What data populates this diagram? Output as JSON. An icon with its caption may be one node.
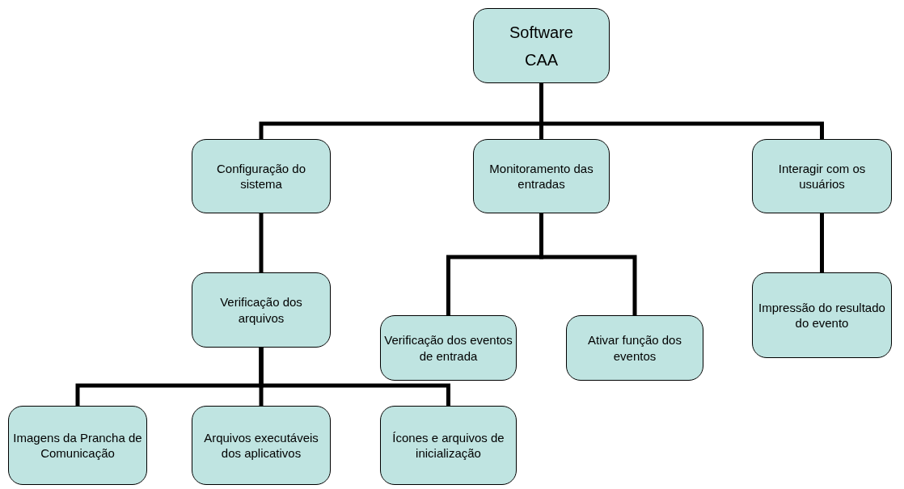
{
  "diagram": {
    "nodes": [
      {
        "text": [
          "Software CAA"
        ]
      },
      {
        "text": [
          "Configuração do sistema"
        ]
      },
      {
        "text": [
          "Monitoramento das entradas"
        ]
      },
      {
        "text": [
          "Interagir com os usuários"
        ]
      },
      {
        "text": [
          "Verificação dos arquivos"
        ]
      },
      {
        "text": [
          "Verificação dos eventos de entrada"
        ]
      },
      {
        "text": [
          "Ativar função dos eventos"
        ]
      },
      {
        "text": [
          "Impressão do resultado do evento"
        ]
      },
      {
        "text": [
          "Imagens da Prancha de Comunicação"
        ]
      },
      {
        "text": [
          "Arquivos executáveis dos aplicativos"
        ]
      },
      {
        "text": [
          "Ícones e arquivos de inicialização"
        ]
      }
    ],
    "edges": [
      {
        "from": 0,
        "to": 1,
        "arrow": "none"
      },
      {
        "from": 0,
        "to": 2,
        "arrow": "none"
      },
      {
        "from": 0,
        "to": 3,
        "arrow": "none"
      },
      {
        "from": 1,
        "to": 4,
        "arrow": "none"
      },
      {
        "from": 2,
        "to": 5,
        "arrow": "none"
      },
      {
        "from": 2,
        "to": 6,
        "arrow": "none"
      },
      {
        "from": 3,
        "to": 7,
        "arrow": "none"
      },
      {
        "from": 4,
        "to": 8,
        "arrow": "none"
      },
      {
        "from": 4,
        "to": 9,
        "arrow": "none"
      },
      {
        "from": 4,
        "to": 10,
        "arrow": "none"
      }
    ]
  }
}
